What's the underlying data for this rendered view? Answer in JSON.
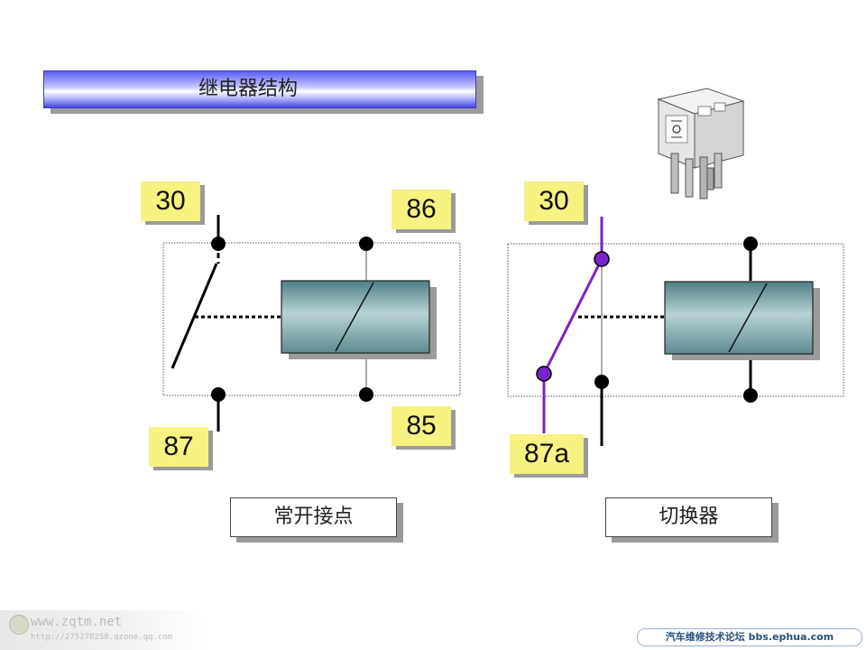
{
  "slide": {
    "title": "继电器结构"
  },
  "left_diagram": {
    "caption": "常开接点",
    "labels": {
      "pin_30": "30",
      "pin_86": "86",
      "pin_85": "85",
      "pin_87": "87"
    }
  },
  "right_diagram": {
    "caption": "切换器",
    "labels": {
      "pin_30": "30",
      "pin_87a": "87a"
    }
  },
  "footer": {
    "site": "www.zqtm.net",
    "url": "http://275278258.qzone.qq.com",
    "forum": "汽车维修技术论坛 bbs.ephua.com"
  },
  "colors": {
    "label_fill": "#f6f380",
    "coil_fill": "#6f9a9e",
    "switch_active": "#7a22cc",
    "title_gradient": "#5a5cf0"
  }
}
